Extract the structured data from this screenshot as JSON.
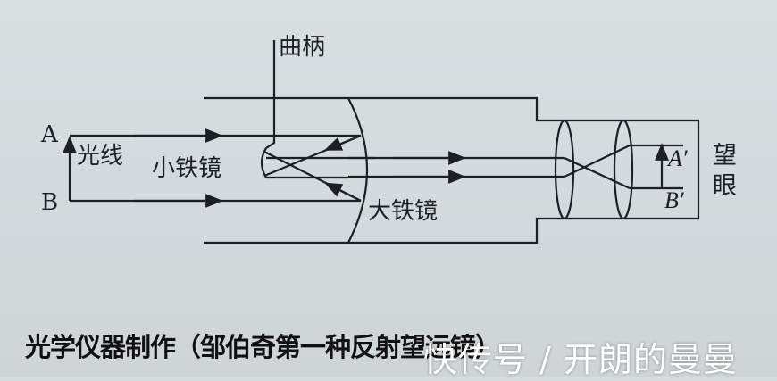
{
  "diagram": {
    "labels": {
      "crank": "曲柄",
      "point_a": "A",
      "point_b": "B",
      "light_ray": "光线",
      "small_mirror": "小铁镜",
      "large_mirror": "大铁镜",
      "image_a": "A′",
      "image_b": "B′",
      "eyepiece": "望眼"
    },
    "line_color": "#1c1f24"
  },
  "caption": "光学仪器制作（邹伯奇第一种反射望远镜）",
  "watermark": "快传号 / 开朗的曼曼"
}
